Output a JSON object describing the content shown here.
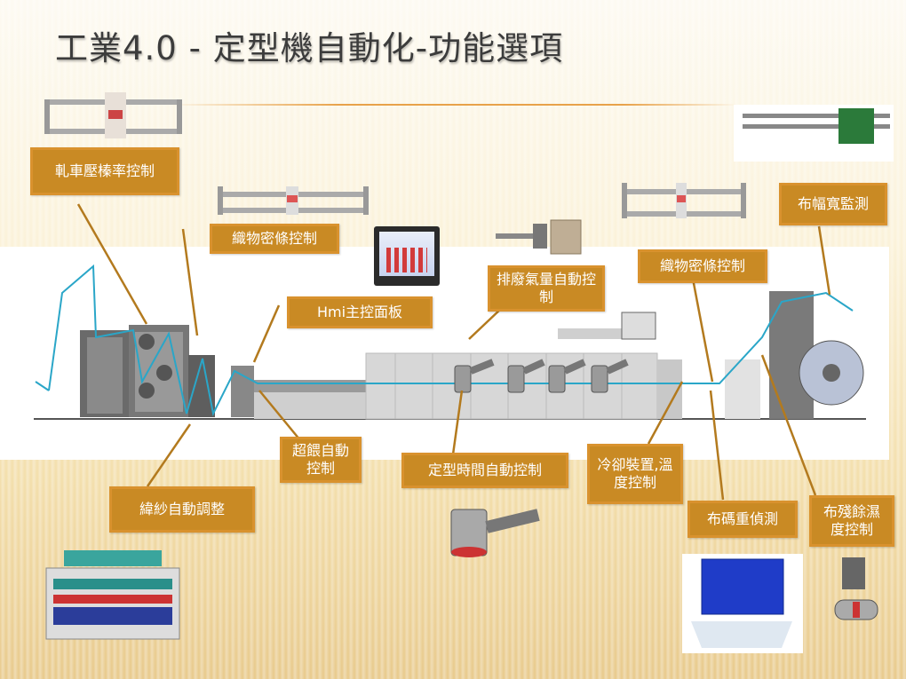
{
  "slide": {
    "title": "工業4.0 - 定型機自動化-功能選項"
  },
  "labels": {
    "pad_ratio": "軋車壓榛率控制",
    "weft_density_left": "織物密條控制",
    "hmi_panel": "Hmi主控面板",
    "exhaust": "排廢氣量自動控制",
    "weft_density_right": "織物密條控制",
    "width_monitor": "布幅寬監測",
    "overfeed": "超餵自動控制",
    "setting_time": "定型時間自動控制",
    "cooling": "冷卻裝置,溫度控制",
    "weft_straightener": "緯紗自動調整",
    "fabric_weight": "布碼重偵測",
    "residual_moisture": "布殘餘濕度控制"
  },
  "colors": {
    "label_fill": "#c98a24",
    "label_border": "#d9922e",
    "leader_line": "#b37a1e",
    "fabric_path": "#2aa6c8"
  },
  "icons": {
    "machine": "stenter-line-illustration",
    "hmi_screen": "hmi-touchscreen-icon",
    "sensor": "nozzle-sensor-icon"
  }
}
